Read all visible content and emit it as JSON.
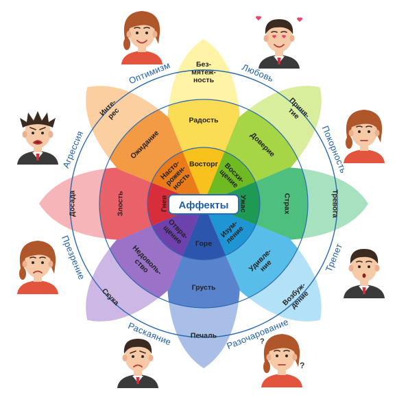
{
  "center": {
    "label": "Аффекты"
  },
  "colors": {
    "ring": "#2a68b1",
    "center_border": "#2a68b1",
    "face_skin": "#f6c9a7",
    "hair_female": "#b0562b",
    "hair_male": "#3b2a20",
    "shirt_male": "#3a3a3a",
    "shirt_female": "#e2543d"
  },
  "petals": [
    {
      "id": "joy",
      "color_outer": "#fff3a6",
      "color_mid": "#fbdd55",
      "color_inner": "#f7c21b",
      "labels": [
        "Без-\nмятеж-\nность",
        "Радость",
        "Восторг"
      ]
    },
    {
      "id": "trust",
      "color_outer": "#d8ee9c",
      "color_mid": "#a6d646",
      "color_inner": "#6fba22",
      "labels": [
        "Приня-\nтие",
        "Доверие",
        "Восхи-\nщение"
      ]
    },
    {
      "id": "fear",
      "color_outer": "#a8e1bf",
      "color_mid": "#4fbf7d",
      "color_inner": "#1e9a54",
      "labels": [
        "Тревога",
        "Страх",
        "Ужас"
      ]
    },
    {
      "id": "surprise",
      "color_outer": "#b3e1f7",
      "color_mid": "#59bde9",
      "color_inner": "#1f96d3",
      "labels": [
        "Возбуж-\nдение",
        "Удивле-\nние",
        "Изум-\nление"
      ]
    },
    {
      "id": "sadness",
      "color_outer": "#a9bfe8",
      "color_mid": "#5a83ce",
      "color_inner": "#2c56ad",
      "labels": [
        "Печаль",
        "Грусть",
        "Горе"
      ]
    },
    {
      "id": "disgust",
      "color_outer": "#cdb7e5",
      "color_mid": "#9a72c8",
      "color_inner": "#6e42ad",
      "labels": [
        "Скука",
        "Недоволь-\nство",
        "Отвра-\nщение"
      ]
    },
    {
      "id": "anger",
      "color_outer": "#f6b5b8",
      "color_mid": "#e9626a",
      "color_inner": "#d82e3b",
      "labels": [
        "Досада",
        "Злость",
        "Гнев"
      ]
    },
    {
      "id": "anticip",
      "color_outer": "#fbcfa0",
      "color_mid": "#f39a44",
      "color_inner": "#ea7b1a",
      "labels": [
        "Инте-\nрес",
        "Ожидание",
        "Насто-\nрожен-\nность"
      ]
    }
  ],
  "ring_labels": [
    "Любовь",
    "Покорность",
    "Трепет",
    "Разочарование",
    "Раскаяние",
    "Презрение",
    "Агрессия",
    "Оптимизм"
  ],
  "faces": [
    {
      "id": "face-top",
      "type": "female",
      "mood": "smile"
    },
    {
      "id": "face-top-right",
      "type": "male",
      "mood": "love"
    },
    {
      "id": "face-right-top",
      "type": "female",
      "mood": "calm"
    },
    {
      "id": "face-right-bottom",
      "type": "male",
      "mood": "surprised"
    },
    {
      "id": "face-bottom-right",
      "type": "female",
      "mood": "confused"
    },
    {
      "id": "face-bottom",
      "type": "male",
      "mood": "sad"
    },
    {
      "id": "face-left-bottom",
      "type": "female",
      "mood": "disgust"
    },
    {
      "id": "face-left-top",
      "type": "male",
      "mood": "angry"
    }
  ]
}
